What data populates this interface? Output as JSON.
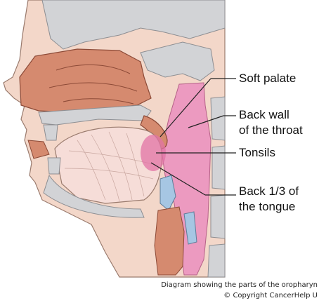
{
  "labels": {
    "soft_palate": "Soft palate",
    "back_wall": [
      "Back wall",
      "of the throat"
    ],
    "tonsils": "Tonsils",
    "back_tongue": [
      "Back 1/3 of",
      "the tongue"
    ]
  },
  "caption": {
    "line1": "Diagram showing the parts of the oropharyn",
    "line2": "© Copyright CancerHelp U"
  },
  "colors": {
    "skin": "#f3d7c9",
    "muscle": "#d58a6f",
    "bone": "#d2d3d6",
    "bone_dark": "#b9babd",
    "pharynx": "#ec9ac0",
    "leader": "#222222"
  }
}
